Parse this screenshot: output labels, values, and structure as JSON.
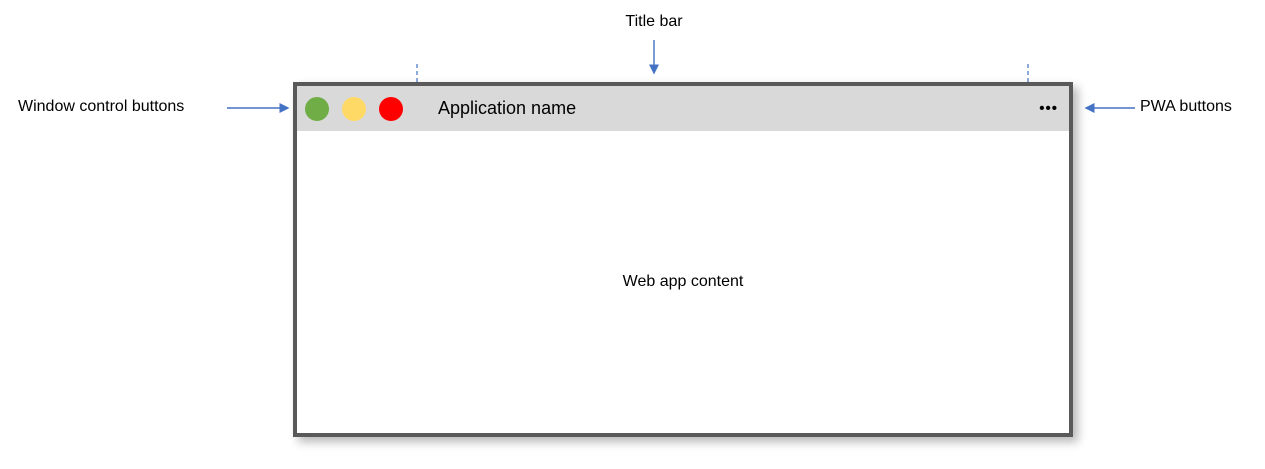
{
  "annotations": {
    "title_bar": "Title bar",
    "window_control_buttons": "Window control buttons",
    "pwa_buttons": "PWA buttons",
    "web_app_content": "Web app content"
  },
  "window": {
    "app_name": "Application name",
    "pwa_menu_icon": "•••",
    "control_buttons": [
      {
        "name": "green",
        "color": "#70ad47"
      },
      {
        "name": "yellow",
        "color": "#ffd966"
      },
      {
        "name": "red",
        "color": "#ff0000"
      }
    ]
  },
  "colors": {
    "annotation_arrow": "#4472c4",
    "dashed_guide": "#4472c4",
    "window_border": "#595959",
    "title_bar_bg": "#d9d9d9",
    "content_bg": "#ffffff",
    "label_text": "#000000"
  }
}
